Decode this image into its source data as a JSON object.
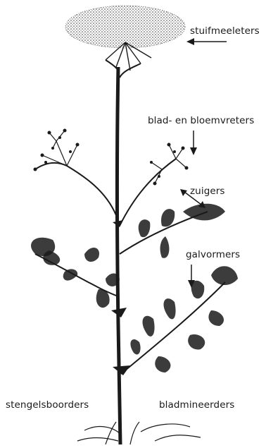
{
  "labels": {
    "stuifmeeleters": "stuifmeeleters",
    "blad_bloemvreters": "blad- en bloemvreters",
    "zuigers": "zuigers",
    "galvormers": "galvormers",
    "stengelsboorders": "stengelsboorders",
    "bladmineerders": "bladmineerders"
  },
  "colors": {
    "ink": "#1a1a1a",
    "background": "#ffffff"
  }
}
